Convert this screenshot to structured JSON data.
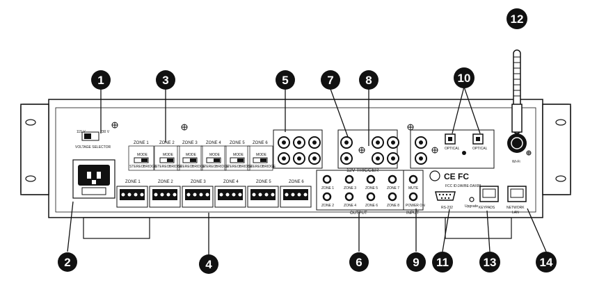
{
  "callouts": [
    "1",
    "2",
    "3",
    "4",
    "5",
    "6",
    "7",
    "8",
    "9",
    "10",
    "11",
    "12",
    "13",
    "14"
  ],
  "labels": {
    "voltage_115": "115 V",
    "voltage_230": "230 V",
    "voltage_selector": "VOLTAGE SELECTOR",
    "zone1": "ZONE 1",
    "zone2": "ZONE 2",
    "zone3": "ZONE 3",
    "zone4": "ZONE 4",
    "zone5": "ZONE 5",
    "zone6": "ZONE 6",
    "mode": "MODE",
    "stereo": "STEREO",
    "bridge": "BRIDGE",
    "output": "OUTPUT",
    "input": "INPUT",
    "trigger": "12V TRIGGER",
    "t_zone1": "ZONE 1",
    "t_zone2": "ZONE 2",
    "t_zone3": "ZONE 3",
    "t_zone4": "ZONE 4",
    "t_zone5": "ZONE 5",
    "t_zone6": "ZONE 6",
    "t_zone7": "ZONE 7",
    "t_zone8": "ZONE 8",
    "mute": "MUTE",
    "power_on": "POWER ON",
    "optical": "OPTICAL",
    "rs232": "RS-232",
    "upgrade": "Upgrade",
    "keypads": "KEYPADS",
    "network": "NETWORK",
    "lan": "LAN",
    "ce_fc": "CE FC",
    "fcc_id": "FCC ID:2AVBE-DAX88",
    "wifi": "Wi-Fi"
  }
}
